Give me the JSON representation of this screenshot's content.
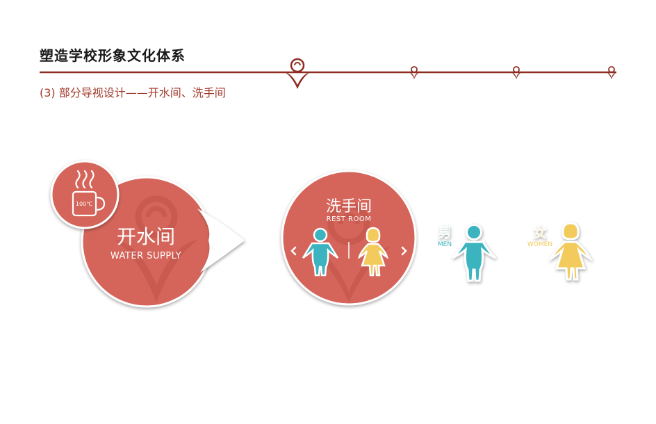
{
  "header": {
    "title": "塑造学校形象文化体系",
    "subtitle": "(3) 部分导视设计——开水间、洗手间",
    "accent_color": "#8f2d22"
  },
  "water_sign": {
    "title": "开水间",
    "subtitle": "WATER SUPPLY",
    "cup_label": "100℃",
    "icon": "hot-cup-icon",
    "color": "#d5655a"
  },
  "rest_sign": {
    "title": "洗手间",
    "subtitle": "REST ROOM",
    "color": "#d5655a",
    "male_icon": "man-icon",
    "female_icon": "woman-icon"
  },
  "men_sign": {
    "label_cn": "男",
    "label_en": "MEN",
    "color": "#3bb4bf"
  },
  "women_sign": {
    "label_cn": "女",
    "label_en": "WOMEN",
    "color": "#f2cb5c"
  }
}
